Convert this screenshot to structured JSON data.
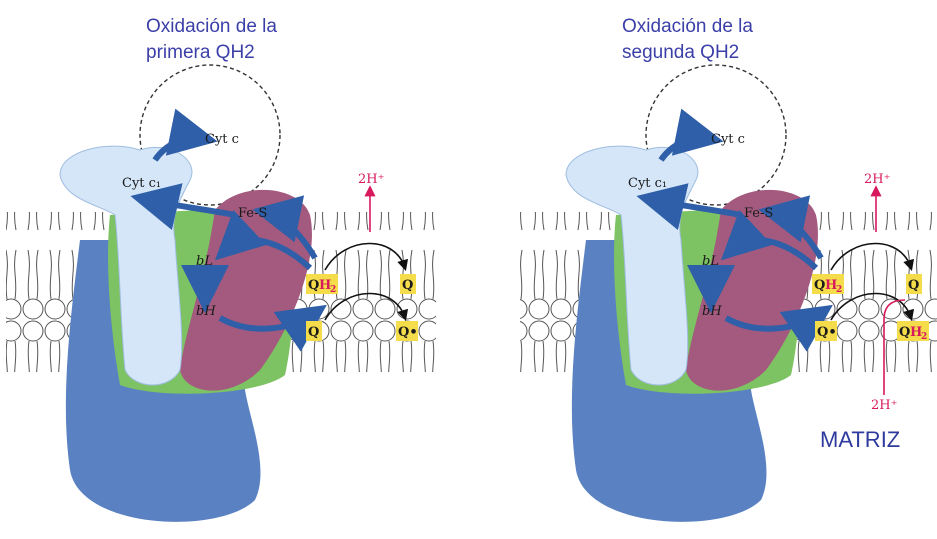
{
  "colors": {
    "membrane_head": "#ffffff",
    "cytb_green": "#7dc263",
    "fes_purple": "#a35a7e",
    "cytc1_light": "#d4e6f7",
    "core_blue": "#5a82c2",
    "arrow_blue": "#2e5fa8",
    "proton_red": "#d8195d",
    "title_blue": "#3b3fa8",
    "quinone_highlight": "#f4dc4a"
  },
  "panels": [
    {
      "title_line1": "Oxidación de la",
      "title_line2": "primera QH2",
      "cyt_c": "Cyt c",
      "cyt_c1": "Cyt c₁",
      "fes": "Fe-S",
      "bl": "bL",
      "bh": "bH",
      "qh2_top_q": "Q",
      "qh2_top_h": "H",
      "qh2_top_sub": "2",
      "q_top_right": "Q",
      "q_bottom_left": "Q",
      "q_radical": "Q•",
      "proton_out": "2H⁺"
    },
    {
      "title_line1": "Oxidación de la",
      "title_line2": "segunda QH2",
      "cyt_c": "Cyt c",
      "cyt_c1": "Cyt c₁",
      "fes": "Fe-S",
      "bl": "bL",
      "bh": "bH",
      "qh2_top_q": "Q",
      "qh2_top_h": "H",
      "qh2_top_sub": "2",
      "q_top_right": "Q",
      "q_radical_left": "Q•",
      "qh2_bottom_q": "Q",
      "qh2_bottom_h": "H",
      "qh2_bottom_sub": "2",
      "proton_out": "2H⁺",
      "proton_in": "2H⁺",
      "matrix_label": "MATRIZ"
    }
  ]
}
